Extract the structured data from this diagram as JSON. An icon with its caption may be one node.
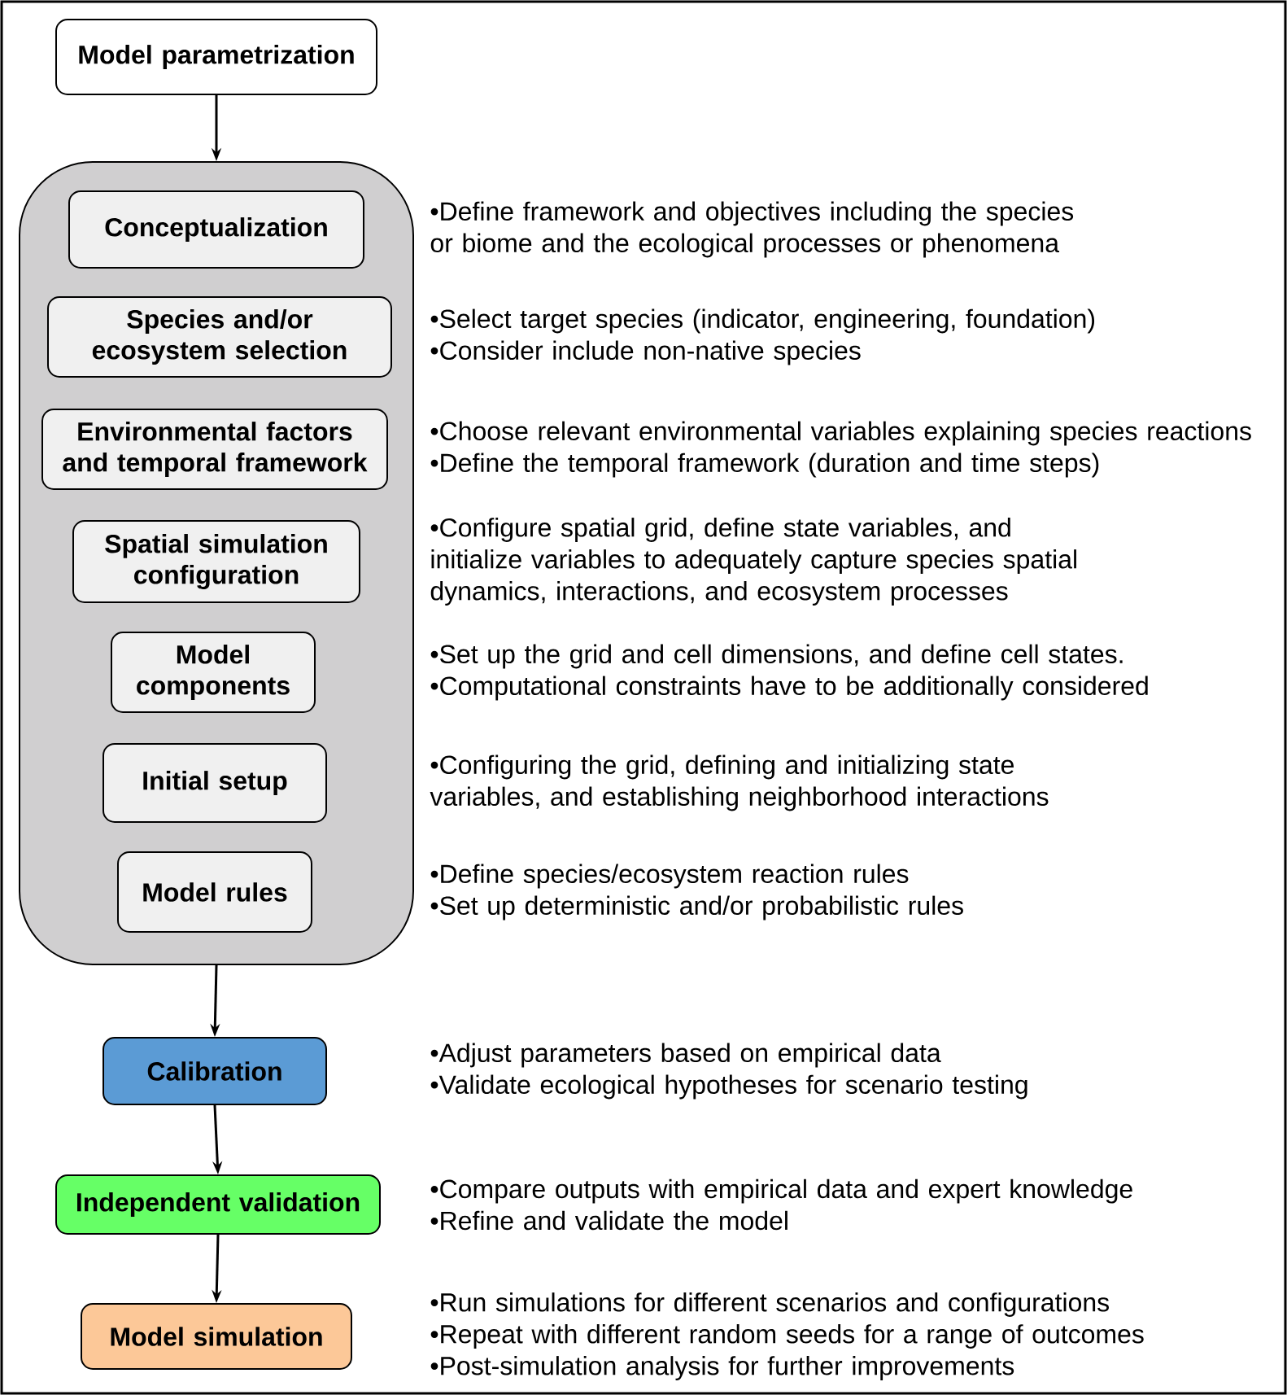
{
  "diagram": {
    "nodes": [
      {
        "text": [
          "Model parametrization"
        ]
      },
      {
        "text": [],
        "shape": "box"
      },
      {
        "text": [
          "Conceptualization"
        ],
        "in": 1,
        "beside": [
          "•Define framework and objectives including the species or biome and the ecological processes or phenomena"
        ]
      },
      {
        "text": [
          "Species and/or ecosystem selection"
        ],
        "in": 1,
        "beside": [
          "•Select target species (indicator, engineering, foundation)",
          "•Consider include non-native species"
        ]
      },
      {
        "text": [
          "Environmental factors and temporal framework"
        ],
        "in": 1,
        "beside": [
          "•Choose relevant environmental variables explaining species reactions",
          "•Define the temporal framework (duration and time steps)"
        ]
      },
      {
        "text": [
          "Spatial simulation configuration"
        ],
        "in": 1,
        "beside": [
          "•Configure spatial grid, define state variables, and initialize variables to adequately capture species spatial dynamics, interactions, and ecosystem processes"
        ]
      },
      {
        "text": [
          "Model components"
        ],
        "in": 1,
        "beside": [
          "•Set up the grid and cell dimensions, and define cell states.",
          "•Computational constraints have to be additionally considered"
        ]
      },
      {
        "text": [
          "Initial setup"
        ],
        "in": 1,
        "beside": [
          "•Configuring the grid, defining and initializing state variables, and establishing neighborhood interactions"
        ]
      },
      {
        "text": [
          "Model rules"
        ],
        "in": 1,
        "beside": [
          "•Define species/ecosystem reaction rules",
          "•Set up deterministic and/or probabilistic rules"
        ]
      },
      {
        "text": [
          "Calibration"
        ],
        "beside": [
          "•Adjust parameters based on empirical data",
          "•Validate ecological hypotheses for scenario testing"
        ]
      },
      {
        "text": [
          "Independent validation"
        ],
        "beside": [
          "•Compare outputs with empirical data and expert knowledge",
          "•Refine and validate the model"
        ]
      },
      {
        "text": [
          "Model simulation"
        ],
        "beside": [
          "•Run simulations for different scenarios and configurations",
          "•Repeat with different random seeds for a range of outcomes",
          "•Post-simulation analysis for further improvements"
        ]
      }
    ],
    "edges": [
      {
        "from": 0,
        "to": 1,
        "arrow": "to"
      },
      {
        "from": 1,
        "to": 9,
        "arrow": "to"
      },
      {
        "from": 9,
        "to": 10,
        "arrow": "to"
      },
      {
        "from": 10,
        "to": 11,
        "arrow": "to"
      }
    ]
  }
}
